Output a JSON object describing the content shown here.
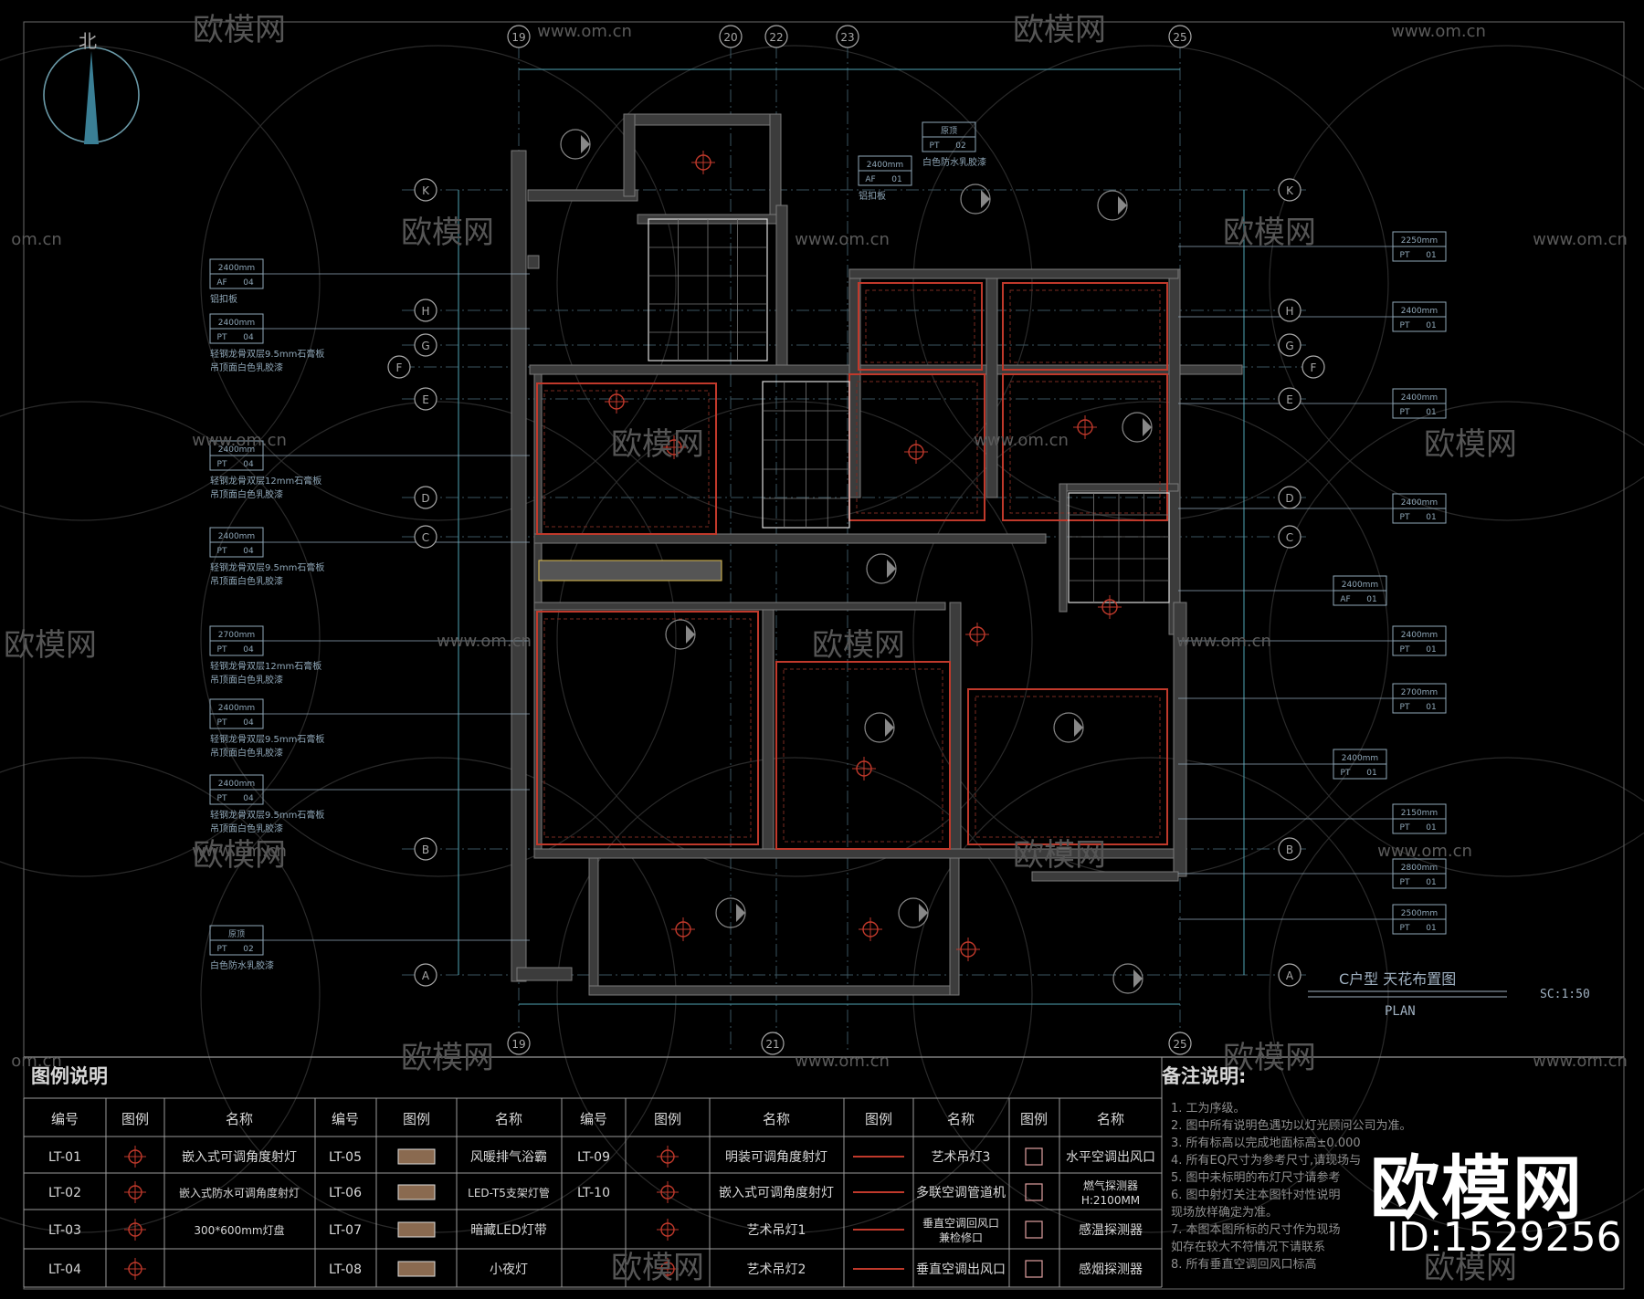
{
  "drawing": {
    "north_label": "北",
    "title": "C户型 天花布置图",
    "subtitle": "PLAN",
    "scale": "SC:1:50"
  },
  "axes": {
    "top": [
      "19",
      "20",
      "22",
      "23",
      "25"
    ],
    "bottom": [
      "19",
      "21",
      "25"
    ],
    "left": [
      "K",
      "H",
      "G",
      "F",
      "E",
      "D",
      "C",
      "B",
      "A"
    ],
    "right": [
      "K",
      "H",
      "G",
      "F",
      "E",
      "D",
      "C",
      "B",
      "A"
    ]
  },
  "watermark": {
    "site": "www.om.cn",
    "brand": "欧模网",
    "partial_site": "om.cn"
  },
  "brand_badge": {
    "name": "欧模网",
    "id": "ID:1529256"
  },
  "legend": {
    "title": "图例说明",
    "headers": [
      "编号",
      "图例",
      "名称",
      "编号",
      "图例",
      "名称",
      "编号",
      "图例",
      "名称",
      "图例",
      "名称",
      "图例",
      "名称"
    ],
    "rows": [
      [
        "LT-01",
        "嵌入式可调角度射灯",
        "LT-05",
        "风暖排气浴霸",
        "LT-09",
        "明装可调角度射灯",
        "艺术吊灯3",
        "水平空调出风口"
      ],
      [
        "LT-02",
        "嵌入式防水可调角度射灯",
        "LT-06",
        "LED-T5支架灯管",
        "LT-10",
        "嵌入式可调角度射灯",
        "多联空调管道机",
        "燃气探测器 H:2100MM"
      ],
      [
        "LT-03",
        "300*600mm灯盘",
        "LT-07",
        "暗藏LED灯带",
        "",
        "艺术吊灯1",
        "垂直空调回风口 兼检修口",
        "感温探测器"
      ],
      [
        "LT-04",
        "",
        "LT-08",
        "小夜灯",
        "",
        "艺术吊灯2",
        "垂直空调出风口",
        "感烟探测器"
      ]
    ]
  },
  "notes": {
    "title": "备注说明:",
    "items": [
      "1. 工为序级。",
      "2. 图中所有说明色遇功以灯光顾问公司为准。",
      "3. 所有标高以完成地面标高±0.000",
      "4. 所有EQ尺寸为参考尺寸,请现场与",
      "5. 图中未标明的布灯尺寸请参考",
      "6. 图中射灯关注本图针对性说明",
      "   现场放样确定为准。",
      "7. 本图本图所标的尺寸作为现场",
      "   如存在较大不符情况下请联系",
      "8. 所有垂直空调回风口标高"
    ]
  },
  "ceiling_tags": {
    "left": [
      [
        "2400mm",
        "AF",
        "04",
        "铝扣板"
      ],
      [
        "2400mm",
        "PT",
        "04",
        "轻钢龙骨双层9.5mm石膏板",
        "吊顶面白色乳胶漆"
      ],
      [
        "2400mm",
        "PT",
        "04",
        "轻钢龙骨双层12mm石膏板",
        "吊顶面白色乳胶漆"
      ],
      [
        "2400mm",
        "PT",
        "04",
        "轻钢龙骨双层9.5mm石膏板",
        "吊顶面白色乳胶漆"
      ],
      [
        "2700mm",
        "PT",
        "04",
        "轻钢龙骨双层12mm石膏板",
        "吊顶面白色乳胶漆"
      ],
      [
        "2400mm",
        "PT",
        "04",
        "轻钢龙骨双层9.5mm石膏板",
        "吊顶面白色乳胶漆"
      ],
      [
        "2400mm",
        "PT",
        "04",
        "轻钢龙骨双层9.5mm石膏板",
        "吊顶面白色乳胶漆"
      ],
      [
        "原顶",
        "PT",
        "02",
        "白色防水乳胶漆"
      ]
    ],
    "right": [
      [
        "2250mm",
        "PT",
        "01"
      ],
      [
        "2400mm",
        "PT",
        "01"
      ],
      [
        "2400mm",
        "PT",
        "01"
      ],
      [
        "2400mm",
        "PT",
        "01"
      ],
      [
        "2400mm",
        "AF",
        "01"
      ],
      [
        "2400mm",
        "PT",
        "01"
      ],
      [
        "2700mm",
        "PT",
        "01"
      ],
      [
        "2400mm",
        "PT",
        "01"
      ],
      [
        "2150mm",
        "PT",
        "01"
      ],
      [
        "2800mm",
        "PT",
        "01"
      ],
      [
        "2500mm",
        "PT",
        "01"
      ]
    ],
    "top": [
      [
        "原顶",
        "PT",
        "02",
        "白色防水乳胶漆"
      ],
      [
        "2400mm",
        "AF",
        "01",
        "铝扣板"
      ]
    ]
  }
}
